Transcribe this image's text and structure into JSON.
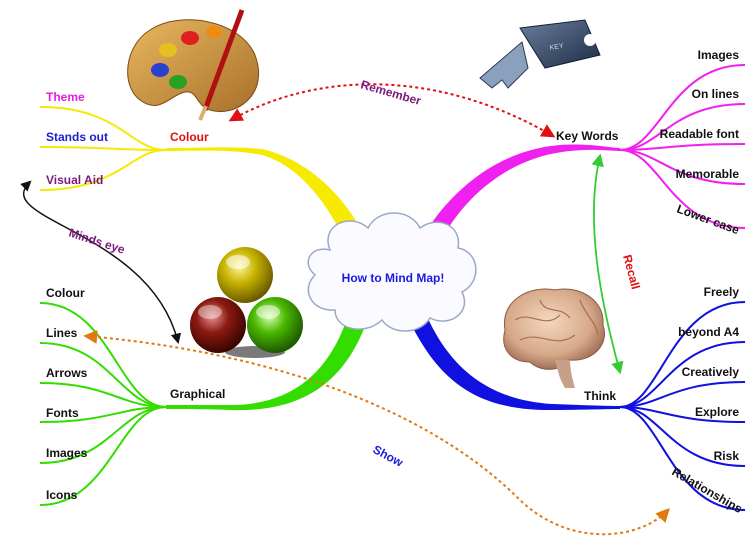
{
  "center": {
    "title": "How to Mind Map!"
  },
  "branches": {
    "colour": {
      "label": "Colour",
      "color": "#f5ea00",
      "leaves": [
        "Theme",
        "Stands out",
        "Visual Aid"
      ],
      "leaf_colors": [
        "#e020e0",
        "#2020d0",
        "#7a1a7a"
      ]
    },
    "keywords": {
      "label": "Key Words",
      "color": "#f020f0",
      "leaves": [
        "Images",
        "On lines",
        "Readable font",
        "Memorable",
        "Lower case"
      ]
    },
    "graphical": {
      "label": "Graphical",
      "color": "#33dd00",
      "leaves": [
        "Colour",
        "Lines",
        "Arrows",
        "Fonts",
        "Images",
        "Icons"
      ]
    },
    "think": {
      "label": "Think",
      "color": "#1010e0",
      "leaves": [
        "Freely",
        "beyond A4",
        "Creatively",
        "Explore",
        "Risk",
        "Relationships"
      ]
    }
  },
  "connectors": {
    "remember": {
      "label": "Remember",
      "color": "#e01010"
    },
    "minds_eye": {
      "label": "Minds eye",
      "color": "#7a1a7a"
    },
    "recall": {
      "label": "Recall",
      "color": "#e01010"
    },
    "show": {
      "label": "Show",
      "color": "#1a1ae0"
    }
  },
  "icons": [
    "paint-palette-icon",
    "key-icon",
    "spheres-icon",
    "brain-icon"
  ],
  "key_tag": "KEY"
}
